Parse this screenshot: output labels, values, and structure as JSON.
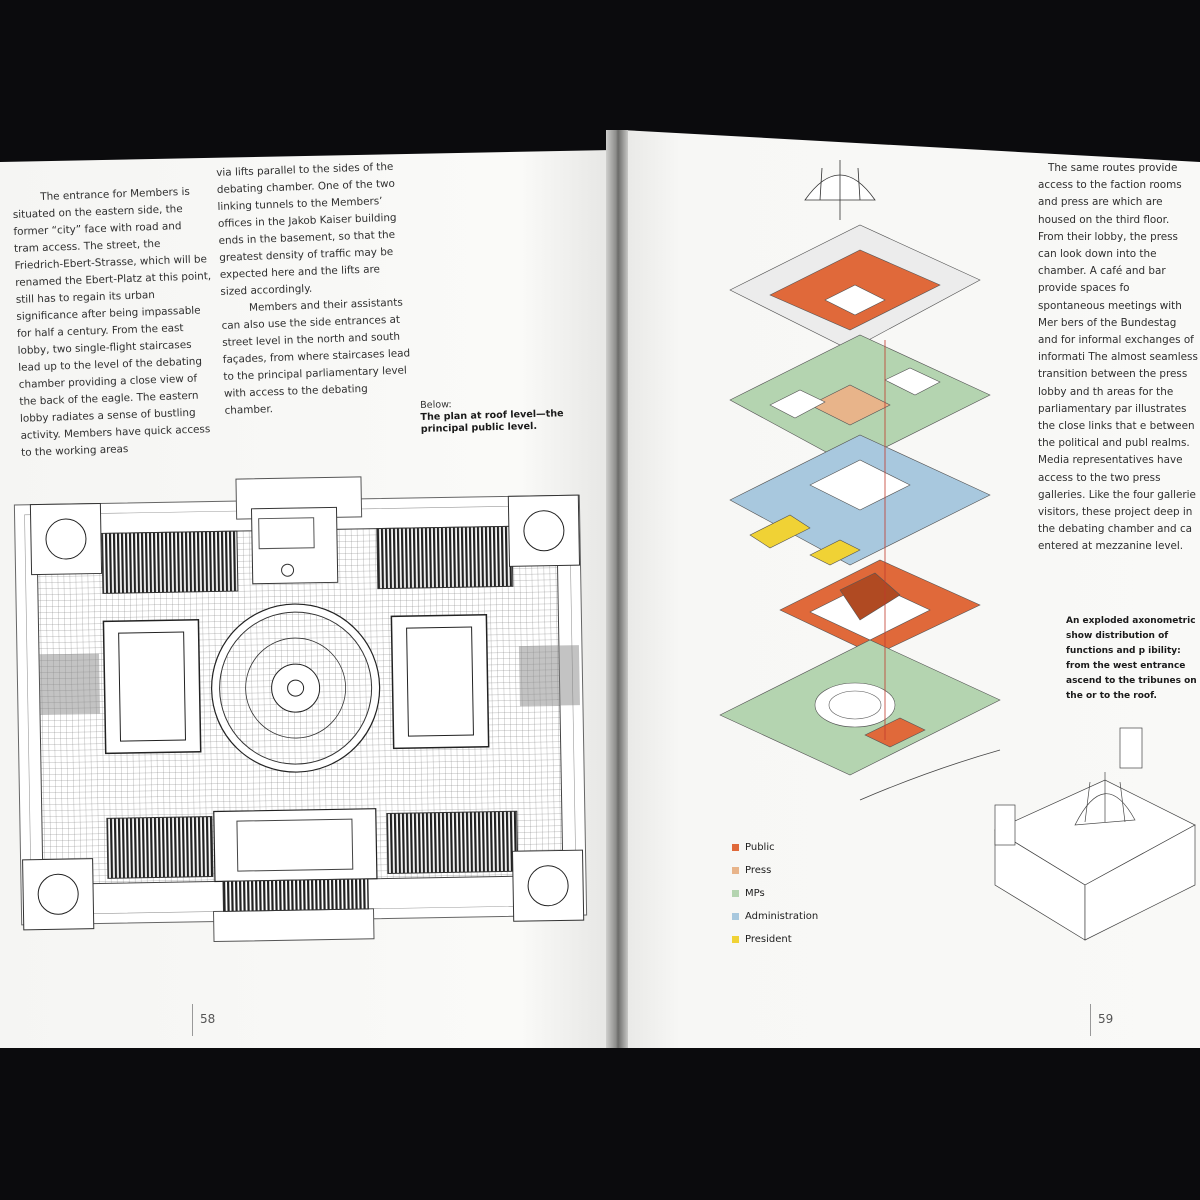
{
  "left_page": {
    "column1": "The entrance for Members is situated on the eastern side, the former “city” face with road and tram access. The street, the Friedrich-Ebert-Strasse, which will be renamed the Ebert-Platz at this point, still has to regain its urban significance after being impassable for half a century. From the east lobby, two single-flight staircases lead up to the level of the debating chamber providing a close view of the back of the eagle. The eastern lobby radiates a sense of bustling activity. Members have quick access to the working areas",
    "column2_p1": "via lifts parallel to the sides of the debating chamber. One of the two linking tunnels to the Members’ offices in the Jakob Kaiser building ends in the basement, so that the greatest density of traffic may be expected here and the lifts are sized accordingly.",
    "column2_p2": "Members and their assistants can also use the side entrances at street level in the north and south façades, from where staircases lead to the principal parliamentary level with access to the debating chamber.",
    "caption_label": "Below:",
    "caption_text": "The plan at roof level—the principal public level.",
    "page_number": "58"
  },
  "right_page": {
    "column3": "The same routes provide access to the faction rooms and press are which are housed on the third floor. From their lobby, the press can look down into the chamber. A café and bar provide spaces fo spontaneous meetings with Mer bers of the Bundestag and for informal exchanges of informati The almost seamless transition between the press lobby and th areas for the parliamentary par illustrates the close links that e between the political and publ realms. Media representatives have access to the two press galleries. Like the four gallerie visitors, these project deep in the debating chamber and ca entered at mezzanine level.",
    "caption": "An exploded axonometric show distribution of functions and p ibility: from the west entrance ascend to the tribunes on the or to the roof.",
    "legend": [
      {
        "label": "Public",
        "color": "#e0693a"
      },
      {
        "label": "Press",
        "color": "#e8b48a"
      },
      {
        "label": "MPs",
        "color": "#b4d4b0"
      },
      {
        "label": "Administration",
        "color": "#a8c8de"
      },
      {
        "label": "President",
        "color": "#f0d235"
      }
    ],
    "page_number": "59"
  }
}
